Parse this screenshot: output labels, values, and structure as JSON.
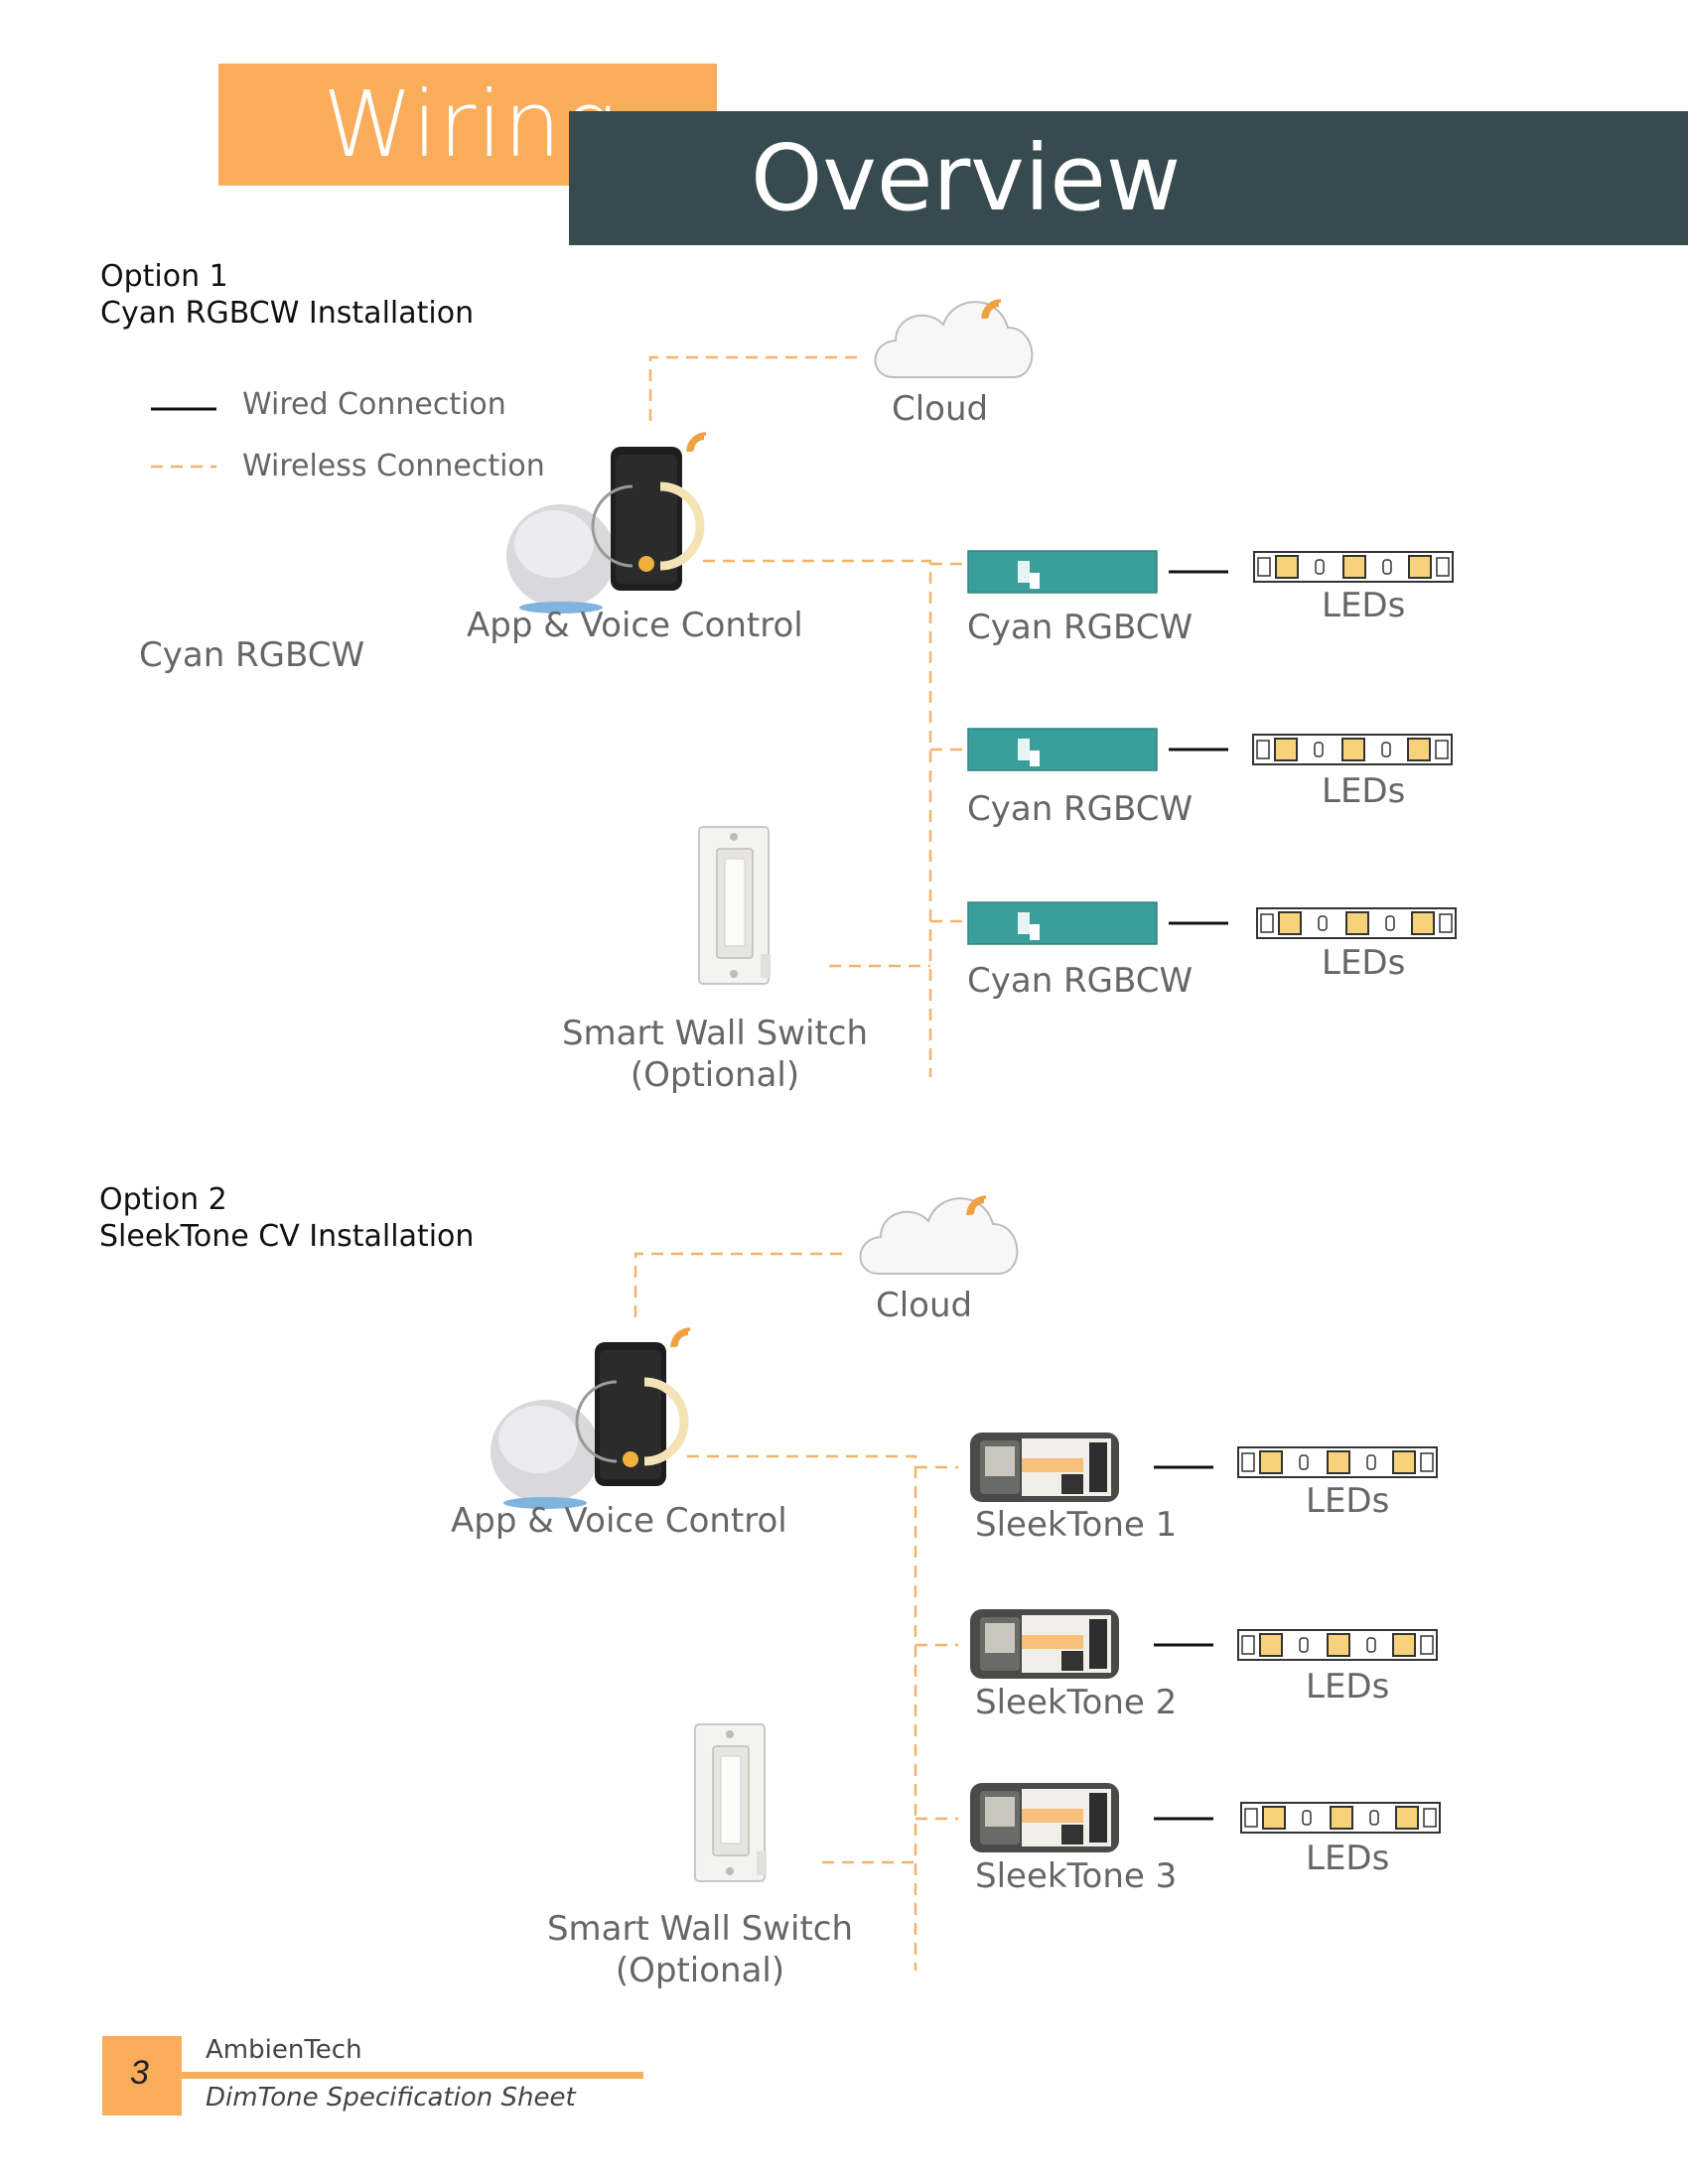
{
  "header": {
    "title_part1": "Wiring",
    "title_part2": "Overview"
  },
  "legend": {
    "wired": "Wired Connection",
    "wireless": "Wireless Connection"
  },
  "option1": {
    "title_line1": "Option 1",
    "title_line2": "Cyan RGBCW Installation",
    "side_label": "Cyan RGBCW",
    "cloud": "Cloud",
    "app_voice": "App & Voice Control",
    "controllers": [
      "Cyan RGBCW",
      "Cyan RGBCW",
      "Cyan RGBCW"
    ],
    "leds": [
      "LEDs",
      "LEDs",
      "LEDs"
    ],
    "switch_line1": "Smart Wall Switch",
    "switch_line2": "(Optional)"
  },
  "option2": {
    "title_line1": "Option 2",
    "title_line2": "SleekTone CV Installation",
    "cloud": "Cloud",
    "app_voice": "App & Voice Control",
    "controllers": [
      "SleekTone 1",
      "SleekTone 2",
      "SleekTone 3"
    ],
    "leds": [
      "LEDs",
      "LEDs",
      "LEDs"
    ],
    "switch_line1": "Smart Wall Switch",
    "switch_line2": "(Optional)"
  },
  "colors": {
    "accent": "#f9ad5a",
    "dark": "#374a4f",
    "teal": "#3a9e9a",
    "dashed": "#f2b36a"
  },
  "footer": {
    "page_number": "3",
    "company": "AmbienTech",
    "document": "DimTone Specification Sheet"
  }
}
